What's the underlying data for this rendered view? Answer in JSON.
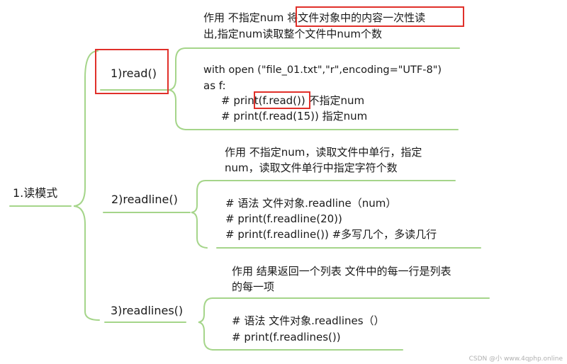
{
  "root": {
    "label": "1.读模式"
  },
  "branches": [
    {
      "id": "read",
      "label": "1)read()",
      "desc": [
        "作用  不指定num 将文件对象中的内容一次性读",
        "出,指定num读取整个文件中num个数"
      ],
      "code": [
        "with open (\"file_01.txt\",\"r\",encoding=\"UTF-8\")",
        "as f:",
        "# print(f.read())     不指定num",
        "# print(f.read(15))    指定num"
      ]
    },
    {
      "id": "readline",
      "label": "2)readline()",
      "desc": [
        "作用  不指定num，读取文件中单行，指定",
        "num，读取文件单行中指定字符个数"
      ],
      "code": [
        "# 语法  文件对象.readline（num）",
        "#      print(f.readline(20))",
        "#      print(f.readline())  #多写几个，多读几行"
      ]
    },
    {
      "id": "readlines",
      "label": "3)readlines()",
      "desc": [
        "作用  结果返回一个列表 文件中的每一行是列表",
        "的每一项"
      ],
      "code": [
        "# 语法  文件对象.readlines（）",
        "#      print(f.readlines())"
      ]
    }
  ],
  "watermark": "CSDN @小 www.4qphp.online",
  "colors": {
    "line": "#a5d58a",
    "highlight": "#e0302a",
    "text": "#1a1a1a"
  }
}
